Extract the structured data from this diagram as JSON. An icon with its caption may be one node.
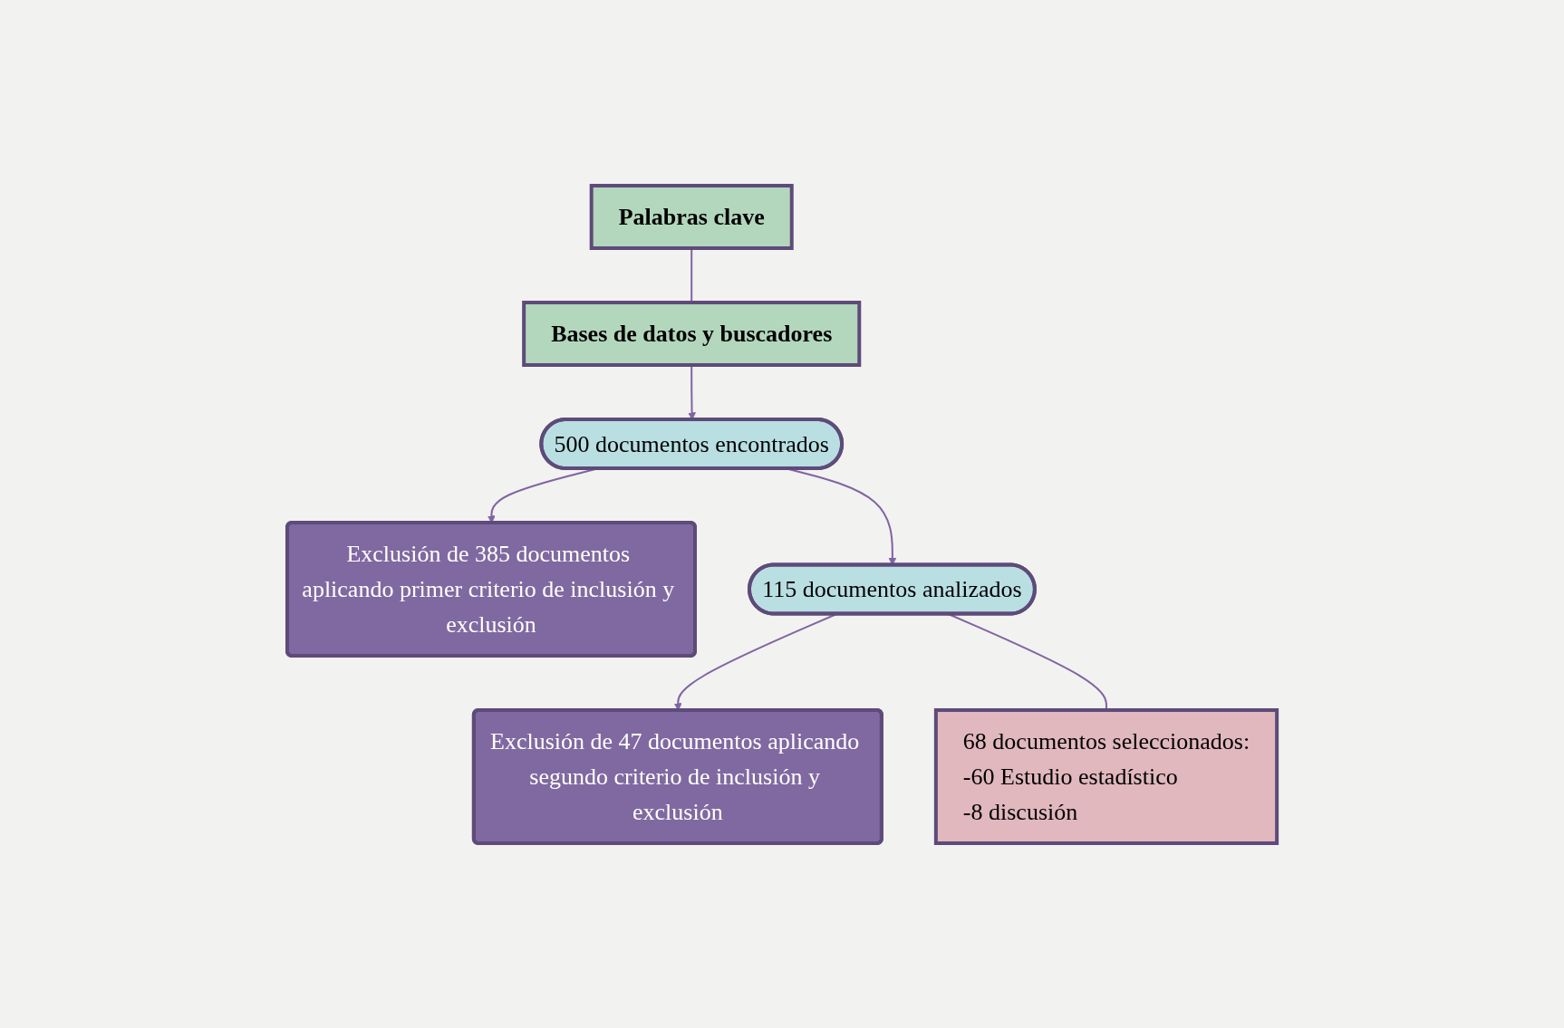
{
  "diagram": {
    "nodes": [
      {
        "text": [
          "Palabras clave"
        ]
      },
      {
        "text": [
          "Bases de datos y buscadores"
        ]
      },
      {
        "text": [
          "500 documentos encontrados"
        ]
      },
      {
        "text": [
          "Exclusión de 385 documentos aplicando primer criterio de inclusión y exclusión"
        ]
      },
      {
        "text": [
          "115 documentos analizados"
        ]
      },
      {
        "text": [
          "Exclusión de 47 documentos aplicando segundo criterio de inclusión y exclusión"
        ]
      },
      {
        "text": [
          "68 documentos seleccionados:",
          "-60 Estudio estadístico",
          "-8 discusión"
        ]
      }
    ],
    "edges": [
      {
        "from": 0,
        "to": 1,
        "arrow": "none"
      },
      {
        "from": 1,
        "to": 2,
        "arrow": "to"
      },
      {
        "from": 2,
        "to": 4,
        "arrow": "to"
      },
      {
        "from": 2,
        "to": 3,
        "arrow": "to"
      },
      {
        "from": 4,
        "to": 5,
        "arrow": "to"
      },
      {
        "from": 4,
        "to": 6,
        "arrow": "none"
      }
    ]
  }
}
